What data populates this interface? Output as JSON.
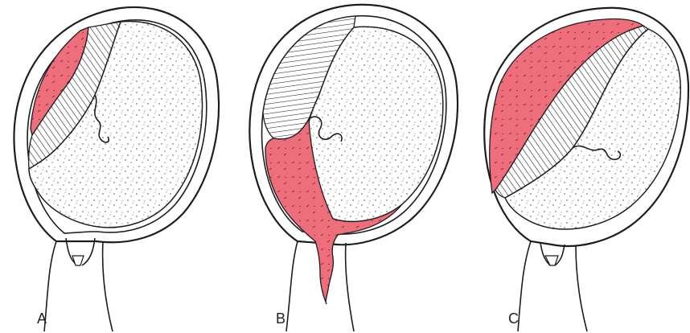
{
  "panels": [
    {
      "label": "A"
    },
    {
      "label": "B"
    },
    {
      "label": "C"
    }
  ],
  "colors": {
    "hemorrhage": "#ef6e7b",
    "outline": "#1d1d1d",
    "fetus_fill": "#ffffff",
    "dots": "#3a3a3a"
  }
}
